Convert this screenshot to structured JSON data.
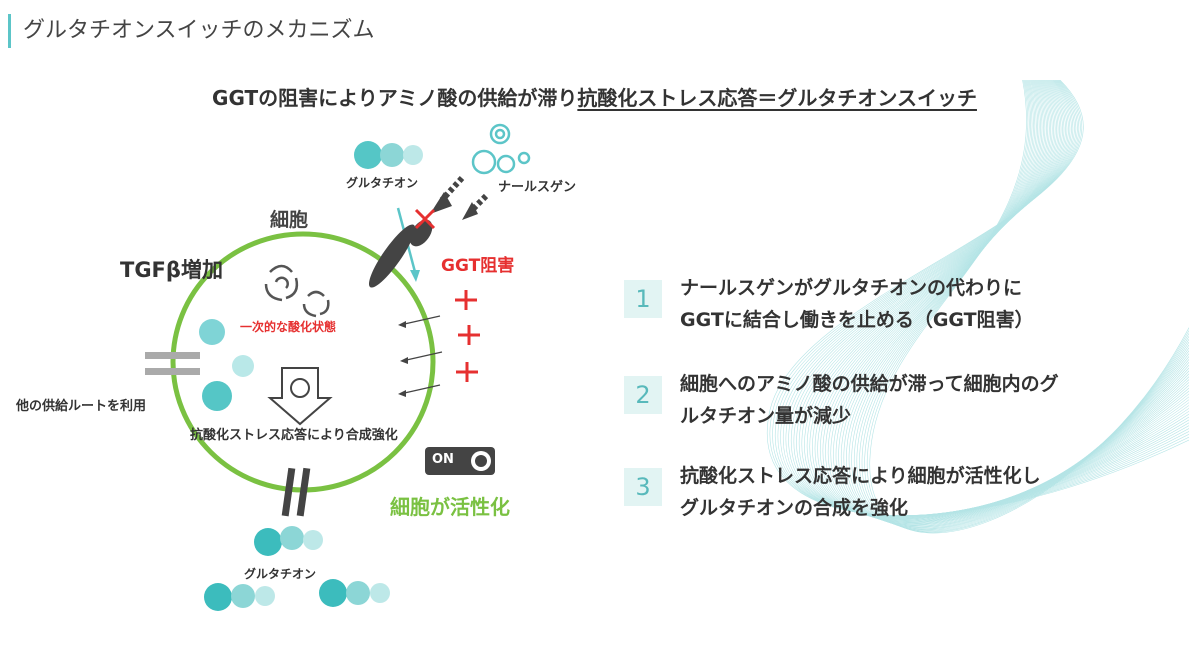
{
  "page_title": "グルタチオンスイッチのメカニズム",
  "headline": {
    "part_plain": "GGTの阻害によりアミノ酸の供給が滞り",
    "part_underlined": "抗酸化ストレス応答＝グルタチオンスイッチ"
  },
  "diagram": {
    "cell_label": "細胞",
    "tgf_label": "TGFβ増加",
    "oxidative_label": "一次的な酸化状態",
    "other_route_label": "他の供給ルートを利用",
    "response_label": "抗酸化ストレス応答により合成強化",
    "glutathione_top_label": "グルタチオン",
    "narlsgen_label": "ナールスゲン",
    "ggt_block_label": "GGT阻害",
    "switch_label": "ON",
    "activated_label": "細胞が活性化",
    "glutathione_bottom_label": "グルタチオン"
  },
  "steps": [
    {
      "num": "1",
      "lines": [
        "ナールスゲンがグルタチオンの代わりに",
        "GGTに結合し働きを止める（GGT阻害）"
      ]
    },
    {
      "num": "2",
      "lines": [
        "細胞へのアミノ酸の供給が滞って細胞内のグ",
        "ルタチオン量が減少"
      ]
    },
    {
      "num": "3",
      "lines": [
        "抗酸化ストレス応答により細胞が活性化し",
        "グルタチオンの合成を強化"
      ]
    }
  ],
  "colors": {
    "accent_teal": "#5cc5c8",
    "cell_green": "#7ac142",
    "block_red": "#e63030",
    "dark_gray": "#444444"
  }
}
